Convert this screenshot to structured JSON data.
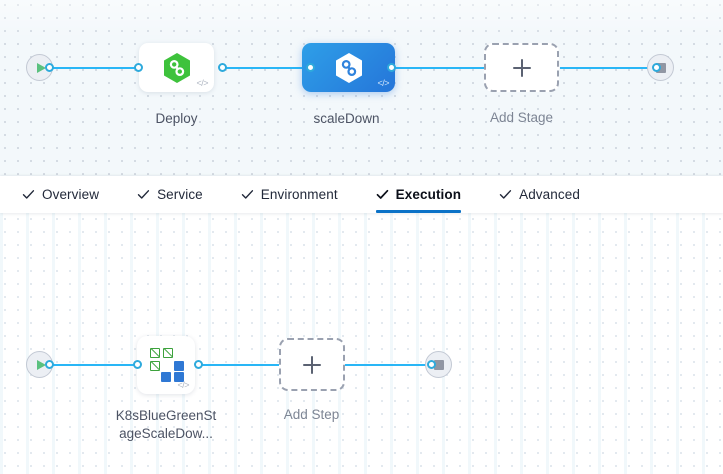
{
  "app": {
    "name": "pipeline-studio",
    "accent_blue": "#0b72c7",
    "link_blue": "#29b6f6",
    "selected_gradient_from": "#2e9fe8",
    "selected_gradient_to": "#2575d9",
    "canvas_top_bg": "#f3f8fb",
    "canvas_bottom_bg": "#ffffff"
  },
  "stage_canvas": {
    "start_node": {
      "icon": "play-icon",
      "label": ""
    },
    "end_node": {
      "icon": "stop-icon",
      "label": ""
    },
    "stages": [
      {
        "name": "deploy-stage",
        "label": "Deploy",
        "icon": "harness-hexagon-green-icon",
        "selected": false,
        "type": "deployment"
      },
      {
        "name": "scaledown-stage",
        "label": "scaleDown",
        "icon": "harness-hexagon-white-icon",
        "selected": true,
        "type": "deployment"
      }
    ],
    "add_stage": {
      "label": "Add Stage",
      "icon": "plus-icon"
    }
  },
  "tabbar": {
    "tabs": [
      {
        "label": "Overview",
        "checked": true,
        "active": false
      },
      {
        "label": "Service",
        "checked": true,
        "active": false
      },
      {
        "label": "Environment",
        "checked": true,
        "active": false
      },
      {
        "label": "Execution",
        "checked": true,
        "active": true
      },
      {
        "label": "Advanced",
        "checked": true,
        "active": false
      }
    ]
  },
  "execution_canvas": {
    "start_node": {
      "icon": "play-icon"
    },
    "end_node": {
      "icon": "stop-icon"
    },
    "steps": [
      {
        "name": "k8s-bluegreen-scaledown-step",
        "label_line1": "K8sBlueGreenSt",
        "label_line2": "ageScaleDow...",
        "icon": "kubernetes-blue-green-icon"
      }
    ],
    "add_step": {
      "label": "Add Step",
      "icon": "plus-icon"
    }
  }
}
